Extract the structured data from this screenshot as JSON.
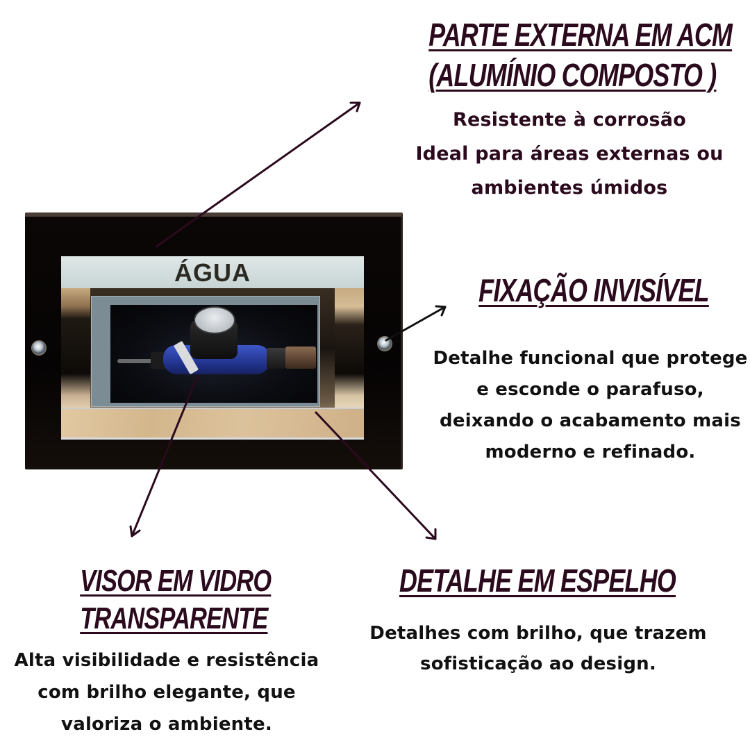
{
  "colors": {
    "heading": "#2a0a1c",
    "body_text": "#111111",
    "arrow": "#2a0a1c",
    "background": "#ffffff"
  },
  "product": {
    "label": "ÁGUA",
    "image_description": "Black ACM water-meter box with glass viewing window, mirror trim and side screws"
  },
  "sections": {
    "acm": {
      "title_line1": "PARTE EXTERNA EM ACM",
      "title_line2": "(ALUMÍNIO COMPOSTO )",
      "desc_line1": "Resistente à corrosão",
      "desc_line2": "Ideal para áreas externas ou",
      "desc_line3": "ambientes úmidos"
    },
    "fixacao": {
      "title": "FIXAÇÃO INVISÍVEL",
      "desc_line1": "Detalhe funcional que protege",
      "desc_line2": "e esconde o parafuso,",
      "desc_line3": "deixando o acabamento mais",
      "desc_line4": "moderno e refinado."
    },
    "visor": {
      "title_line1": "VISOR EM VIDRO",
      "title_line2": "TRANSPARENTE ",
      "desc_line1": "Alta visibilidade e resistência",
      "desc_line2": "com brilho elegante,  que",
      "desc_line3": "valoriza o ambiente."
    },
    "espelho": {
      "title": "DETALHE EM ESPELHO",
      "desc_line1": "Detalhes com brilho, que trazem",
      "desc_line2": "sofisticação ao design."
    }
  },
  "icons": {
    "arrow_acm": "arrow-up-right",
    "arrow_fixacao": "arrow-up-right",
    "arrow_visor": "arrow-down-left",
    "arrow_espelho": "arrow-down-right"
  }
}
